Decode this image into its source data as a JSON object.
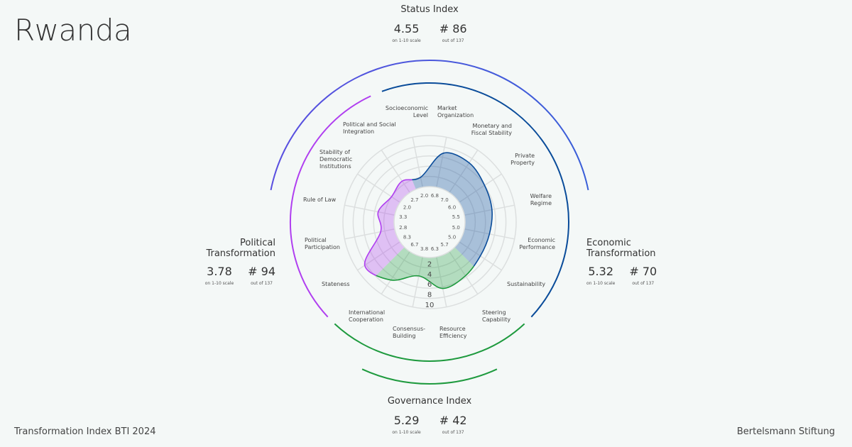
{
  "title": "Rwanda",
  "footer": {
    "left": "Transformation Index BTI 2024",
    "right": "Bertelsmann Stiftung"
  },
  "status_index": {
    "title": "Status Index",
    "score": "4.55",
    "score_sub": "on 1-10 scale",
    "rank": "# 86",
    "rank_sub": "out of 137"
  },
  "political": {
    "title_line1": "Political",
    "title_line2": "Transformation",
    "score": "3.78",
    "score_sub": "on 1-10 scale",
    "rank": "# 94",
    "rank_sub": "out of 137"
  },
  "economic": {
    "title_line1": "Economic",
    "title_line2": "Transformation",
    "score": "5.32",
    "score_sub": "on 1-10 scale",
    "rank": "# 70",
    "rank_sub": "out of 137"
  },
  "governance_index": {
    "title": "Governance Index",
    "score": "5.29",
    "score_sub": "on 1-10 scale",
    "rank": "# 42",
    "rank_sub": "out of 137"
  },
  "colors": {
    "political": "#b03ff0",
    "economic": "#0a4c9a",
    "governance": "#1e9a3e",
    "status_arc_start": "#5a4fe0",
    "status_arc_end": "#3a5fd8"
  },
  "chart_data": {
    "type": "radar",
    "scale": [
      0,
      10
    ],
    "ticks": [
      "2",
      "4",
      "6",
      "8",
      "10"
    ],
    "criteria": [
      {
        "name": "Socioeconomic\nLevel",
        "value": 2.0,
        "label": "2.0",
        "group": "economic"
      },
      {
        "name": "Market\nOrganization",
        "value": 6.8,
        "label": "6.8",
        "group": "economic"
      },
      {
        "name": "Monetary and\nFiscal Stability",
        "value": 7.0,
        "label": "7.0",
        "group": "economic"
      },
      {
        "name": "Private\nProperty",
        "value": 6.0,
        "label": "6.0",
        "group": "economic"
      },
      {
        "name": "Welfare\nRegime",
        "value": 5.5,
        "label": "5.5",
        "group": "economic"
      },
      {
        "name": "Economic\nPerformance",
        "value": 5.0,
        "label": "5.0",
        "group": "economic"
      },
      {
        "name": "Sustainability",
        "value": 5.0,
        "label": "5.0",
        "group": "economic"
      },
      {
        "name": "Steering\nCapability",
        "value": 5.7,
        "label": "5.7",
        "group": "governance"
      },
      {
        "name": "Resource\nEfficiency",
        "value": 6.3,
        "label": "6.3",
        "group": "governance"
      },
      {
        "name": "Consensus-\nBuilding",
        "value": 3.8,
        "label": "3.8",
        "group": "governance"
      },
      {
        "name": "International\nCooperation",
        "value": 6.7,
        "label": "6.7",
        "group": "governance"
      },
      {
        "name": "Stateness",
        "value": 8.3,
        "label": "8.3",
        "group": "political"
      },
      {
        "name": "Political\nParticipation",
        "value": 2.8,
        "label": "2.8",
        "group": "political"
      },
      {
        "name": "Rule of Law",
        "value": 3.3,
        "label": "3.3",
        "group": "political"
      },
      {
        "name": "Stability of\nDemocratic\nInstitutions",
        "value": 2.0,
        "label": "2.0",
        "group": "political"
      },
      {
        "name": "Political and Social\nIntegration",
        "value": 2.7,
        "label": "2.7",
        "group": "political"
      }
    ]
  }
}
